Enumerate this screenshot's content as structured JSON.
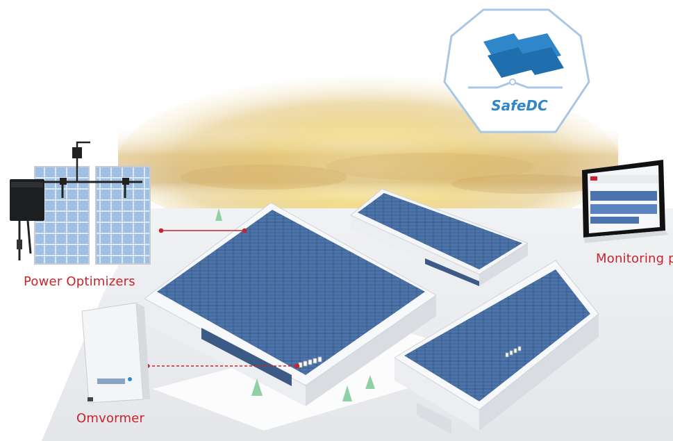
{
  "labels": {
    "power_optimizers": "Power Optimizers",
    "inverter": "Omvormer",
    "monitoring": "Monitoring platform"
  },
  "logo": {
    "text": "SafeDC",
    "color": "#2f86c8",
    "icon": "solar-panel-icon"
  },
  "colors": {
    "accent_red": "#c8232c",
    "panel_blue": "#3d5f8f",
    "logo_blue": "#2f86c8"
  }
}
